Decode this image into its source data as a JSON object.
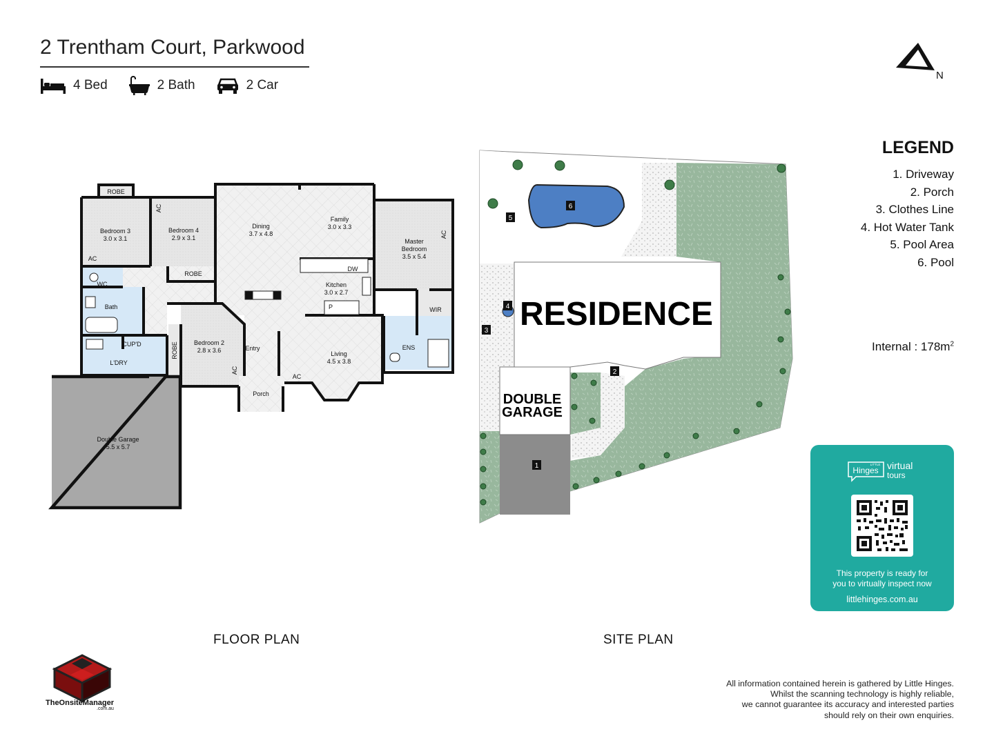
{
  "header": {
    "address": "2 Trentham Court, Parkwood",
    "beds": "4 Bed",
    "baths": "2 Bath",
    "cars": "2 Car"
  },
  "compass": {
    "north_label": "N",
    "icon": "north-arrow-icon"
  },
  "legend": {
    "title": "LEGEND",
    "items": [
      "1. Driveway",
      "2. Porch",
      "3. Clothes Line",
      "4. Hot Water Tank",
      "5. Pool Area",
      "6. Pool"
    ]
  },
  "internal_area": {
    "label": "Internal  : 178m",
    "sup": "2"
  },
  "floor_plan": {
    "label": "FLOOR PLAN",
    "rooms": {
      "robe_top": "ROBE",
      "bed3_name": "Bedroom 3",
      "bed3_size": "3.0 x 3.1",
      "bed4_name": "Bedroom 4",
      "bed4_size": "2.9 x 3.1",
      "ac_bed4": "AC",
      "ac_bed3": "AC",
      "robe_bed4": "ROBE",
      "dining_name": "Dining",
      "dining_size": "3.7 x 4.8",
      "family_name": "Family",
      "family_size": "3.0 x 3.3",
      "master_name": "Master",
      "master_name2": "Bedroom",
      "master_size": "3.5 x 5.4",
      "ac_master": "AC",
      "dw": "DW",
      "kitchen_name": "Kitchen",
      "kitchen_size": "3.0 x 2.7",
      "pantry": "P",
      "wc": "WC",
      "bath": "Bath",
      "wir": "WIR",
      "bed2_name": "Bedroom 2",
      "bed2_size": "2.8 x 3.6",
      "robe_bed2": "ROBE",
      "cupd": "CUP'D",
      "ldry": "L'DRY",
      "entry": "Entry",
      "ac_bed2": "AC",
      "living_name": "Living",
      "living_size": "4.5 x 3.8",
      "ac_living": "AC",
      "ens": "ENS",
      "porch": "Porch",
      "garage_name": "Double Garage",
      "garage_size": "5.5 x 5.7"
    }
  },
  "site_plan": {
    "label": "SITE PLAN",
    "residence": "RESIDENCE",
    "garage_line1": "DOUBLE",
    "garage_line2": "GARAGE",
    "markers": [
      "1",
      "2",
      "3",
      "4",
      "5",
      "6"
    ]
  },
  "virtual_tour": {
    "brand_small": "LITTLE",
    "brand": "Hinges",
    "brand_virtual": "virtual",
    "brand_tours": "tours",
    "text_line1": "This property is ready for",
    "text_line2": "you to virtually inspect now",
    "url": "littlehinges.com.au"
  },
  "company_logo": {
    "name": "TheOnsiteManager",
    "suffix": ".com.au"
  },
  "disclaimer": [
    "All information contained herein is gathered by Little Hinges.",
    "Whilst the scanning technology is highly reliable,",
    "we cannot guarantee its accuracy and interested parties",
    "should rely on their own enquiries."
  ],
  "colors": {
    "wall": "#111111",
    "floor_tile": "#eeeeee",
    "carpet": "#e4e4e4",
    "wet_area": "#d6e8f7",
    "garage": "#a8a8a8",
    "lawn": "#98b79d",
    "pool": "#4d7fc4",
    "driveway": "#8c8c8c",
    "teal": "#20aaa0"
  }
}
